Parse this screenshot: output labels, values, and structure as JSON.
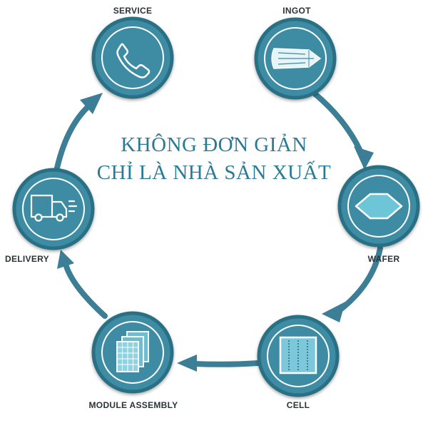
{
  "title": {
    "line1": "KHÔNG ĐƠN GIẢN",
    "line2": "CHỈ LÀ NHÀ SẢN XUẤT"
  },
  "steps": [
    {
      "id": "ingot",
      "label": "INGOT",
      "icon": "ingot-icon"
    },
    {
      "id": "wafer",
      "label": "WAFER",
      "icon": "wafer-icon"
    },
    {
      "id": "cell",
      "label": "CELL",
      "icon": "cell-icon"
    },
    {
      "id": "module",
      "label": "MODULE ASSEMBLY",
      "icon": "module-icon"
    },
    {
      "id": "delivery",
      "label": "DELIVERY",
      "icon": "truck-icon"
    },
    {
      "id": "service",
      "label": "SERVICE",
      "icon": "phone-icon"
    }
  ],
  "colors": {
    "node_fill": "#3d8ca3",
    "node_border": "#2c6f84",
    "arrow": "#3b7e96",
    "title": "#2b7a94",
    "label": "#2b3338"
  }
}
